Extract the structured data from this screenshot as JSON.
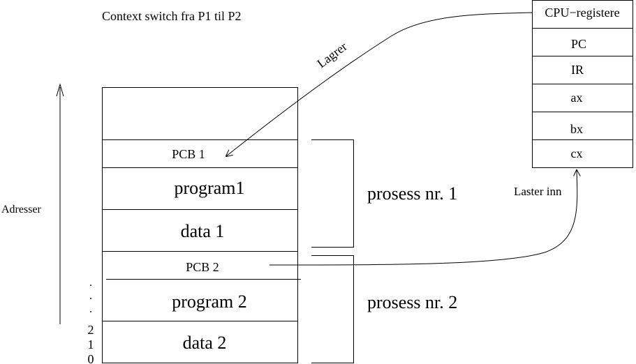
{
  "title": "Context switch fra P1 til P2",
  "axis_label": "Adresser",
  "address_ticks": [
    ".",
    ".",
    ".",
    "2",
    "1",
    "0"
  ],
  "memory": {
    "top_empty": "",
    "pcb1": "PCB 1",
    "program1": "program1",
    "data1": "data 1",
    "pcb2": "PCB 2",
    "program2": "program 2",
    "data2": "data 2"
  },
  "processes": {
    "p1": "prosess nr. 1",
    "p2": "prosess nr. 2"
  },
  "registers": {
    "header": "CPU−registere",
    "items": [
      "PC",
      "IR",
      "ax",
      "bx",
      "cx"
    ]
  },
  "arrows": {
    "save": "Lagrer",
    "load": "Laster inn"
  }
}
